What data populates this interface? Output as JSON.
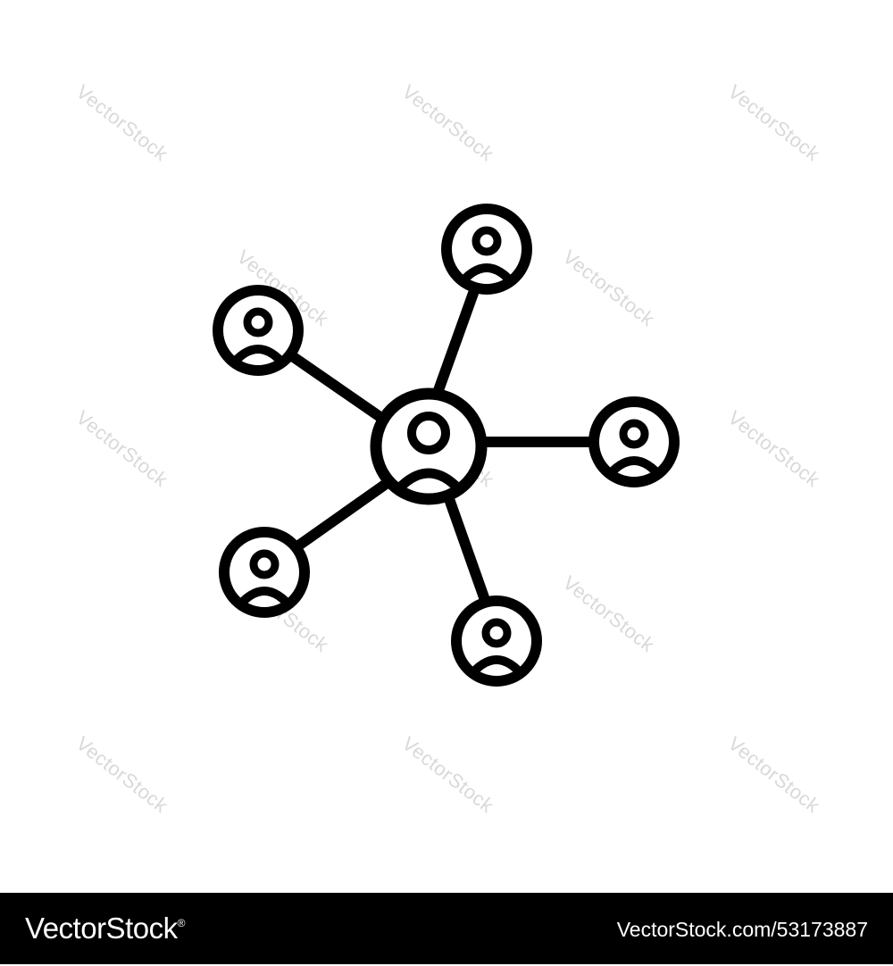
{
  "watermark": {
    "text": "VectorStock"
  },
  "footer": {
    "brand": "VectorStock",
    "brand_suffix": "®",
    "image_ref": "VectorStock.com/53173887"
  },
  "icon": {
    "name": "social-network-people-icon",
    "stroke_color": "#000000",
    "background_color": "#ffffff",
    "nodes": [
      "center-user",
      "top-user",
      "top-left-user",
      "right-user",
      "bottom-left-user",
      "bottom-user"
    ]
  }
}
